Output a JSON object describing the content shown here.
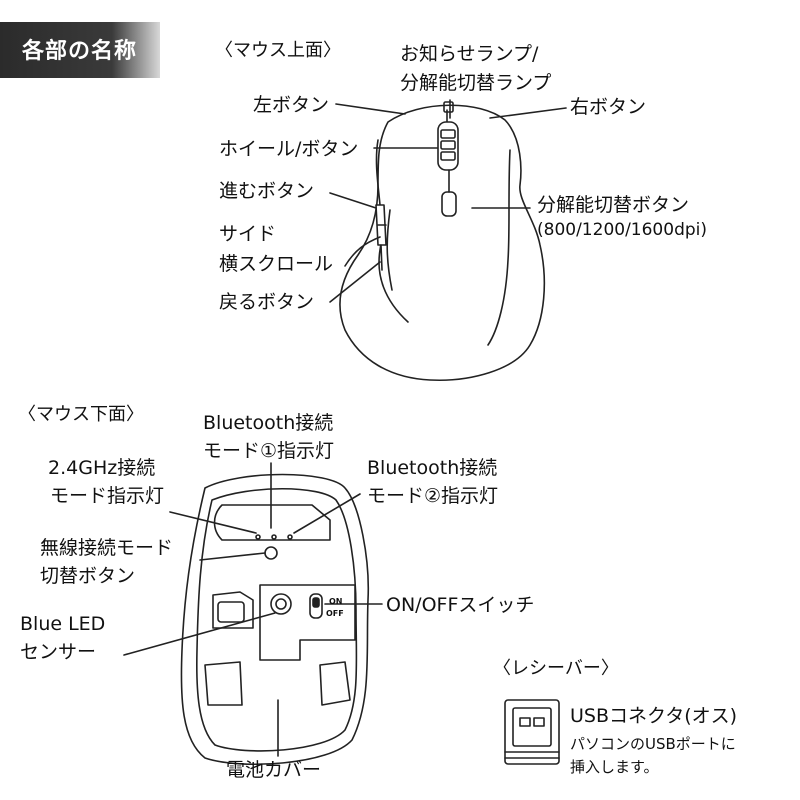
{
  "section_title": "各部の名称",
  "top": {
    "heading": "〈マウス上面〉",
    "lamp_line1": "お知らせランプ/",
    "lamp_line2": "分解能切替ランプ",
    "left_button": "左ボタン",
    "right_button": "右ボタン",
    "wheel_button": "ホイール/ボタン",
    "forward_button": "進むボタン",
    "side_scroll_line1": "サイド",
    "side_scroll_line2": "横スクロール",
    "back_button": "戻るボタン",
    "dpi_button": "分解能切替ボタン",
    "dpi_values": "(800/1200/1600dpi)"
  },
  "bottom": {
    "heading": "〈マウス下面〉",
    "bt1_line1": "Bluetooth接続",
    "bt1_line2": "モード①指示灯",
    "ghz_line1": "2.4GHz接続",
    "ghz_line2": "モード指示灯",
    "bt2_line1": "Bluetooth接続",
    "bt2_line2": "モード②指示灯",
    "mode_line1": "無線接続モード",
    "mode_line2": "切替ボタン",
    "sensor_line1": "Blue LED",
    "sensor_line2": "センサー",
    "switch_label": "ON/OFFスイッチ",
    "switch_on": "ON",
    "switch_off": "OFF",
    "battery_cover": "電池カバー"
  },
  "receiver": {
    "heading": "〈レシーバー〉",
    "connector": "USBコネクタ(オス)",
    "note_line1": "パソコンのUSBポートに",
    "note_line2": "挿入します。"
  }
}
